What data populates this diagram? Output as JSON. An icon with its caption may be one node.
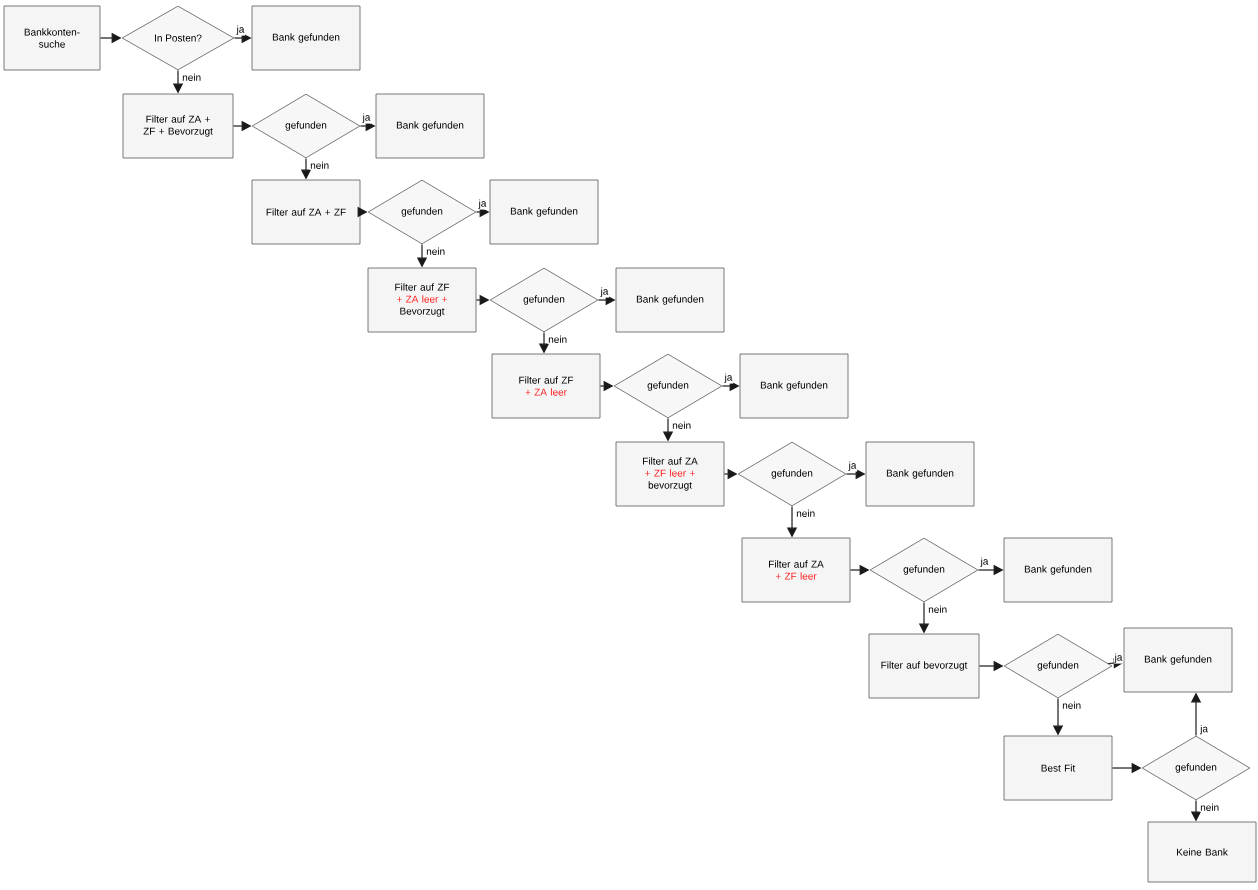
{
  "diagram": {
    "nodes": [
      {
        "text": [
          "Bankkonten-suche"
        ]
      },
      {
        "text": [
          "In Posten?"
        ]
      },
      {
        "text": [
          "Bank gefunden"
        ]
      },
      {
        "text": [
          "Filter auf ZA + ZF + Bevorzugt"
        ]
      },
      {
        "text": [
          "gefunden"
        ]
      },
      {
        "text": [
          "Bank gefunden"
        ]
      },
      {
        "text": [
          "Filter auf ZA + ZF"
        ]
      },
      {
        "text": [
          "gefunden"
        ]
      },
      {
        "text": [
          "Bank gefunden"
        ]
      },
      {
        "text": [
          "Filter auf ZF",
          "+ ZA leer +",
          "Bevorzugt"
        ]
      },
      {
        "text": [
          "gefunden"
        ]
      },
      {
        "text": [
          "Bank gefunden"
        ]
      },
      {
        "text": [
          "Filter auf ZF",
          "+ ZA leer"
        ]
      },
      {
        "text": [
          "gefunden"
        ]
      },
      {
        "text": [
          "Bank gefunden"
        ]
      },
      {
        "text": [
          "Filter auf ZA",
          "+ ZF leer +",
          "bevorzugt"
        ]
      },
      {
        "text": [
          "gefunden"
        ]
      },
      {
        "text": [
          "Bank gefunden"
        ]
      },
      {
        "text": [
          "Filter auf ZA",
          "+ ZF leer"
        ]
      },
      {
        "text": [
          "gefunden"
        ]
      },
      {
        "text": [
          "Bank gefunden"
        ]
      },
      {
        "text": [
          "Filter auf bevorzugt"
        ]
      },
      {
        "text": [
          "gefunden"
        ]
      },
      {
        "text": [
          "Bank gefunden"
        ]
      },
      {
        "text": [
          "Best Fit"
        ]
      },
      {
        "text": [
          "gefunden"
        ]
      },
      {
        "text": [
          "Keine Bank"
        ]
      }
    ],
    "edges": [
      {
        "from": 0,
        "to": 1,
        "arrow": "to"
      },
      {
        "from": 1,
        "to": 2,
        "arrow": "to",
        "label": "ja"
      },
      {
        "from": 1,
        "to": 3,
        "arrow": "to",
        "label": "nein"
      },
      {
        "from": 3,
        "to": 4,
        "arrow": "to"
      },
      {
        "from": 4,
        "to": 5,
        "arrow": "to",
        "label": "ja"
      },
      {
        "from": 4,
        "to": 6,
        "arrow": "to",
        "label": "nein"
      },
      {
        "from": 6,
        "to": 7,
        "arrow": "to"
      },
      {
        "from": 7,
        "to": 8,
        "arrow": "to",
        "label": "ja"
      },
      {
        "from": 7,
        "to": 9,
        "arrow": "to",
        "label": "nein"
      },
      {
        "from": 9,
        "to": 10,
        "arrow": "to"
      },
      {
        "from": 10,
        "to": 11,
        "arrow": "to",
        "label": "ja"
      },
      {
        "from": 10,
        "to": 12,
        "arrow": "to",
        "label": "nein"
      },
      {
        "from": 12,
        "to": 13,
        "arrow": "to"
      },
      {
        "from": 13,
        "to": 14,
        "arrow": "to",
        "label": "ja"
      },
      {
        "from": 13,
        "to": 15,
        "arrow": "to",
        "label": "nein"
      },
      {
        "from": 15,
        "to": 16,
        "arrow": "to"
      },
      {
        "from": 16,
        "to": 17,
        "arrow": "to",
        "label": "ja"
      },
      {
        "from": 16,
        "to": 18,
        "arrow": "to",
        "label": "nein"
      },
      {
        "from": 18,
        "to": 19,
        "arrow": "to"
      },
      {
        "from": 19,
        "to": 20,
        "arrow": "to",
        "label": "ja"
      },
      {
        "from": 19,
        "to": 21,
        "arrow": "to",
        "label": "nein"
      },
      {
        "from": 21,
        "to": 22,
        "arrow": "to"
      },
      {
        "from": 22,
        "to": 23,
        "arrow": "to",
        "label": "ja"
      },
      {
        "from": 22,
        "to": 24,
        "arrow": "to",
        "label": "nein"
      },
      {
        "from": 24,
        "to": 25,
        "arrow": "to"
      },
      {
        "from": 25,
        "to": 23,
        "arrow": "to",
        "label": "ja"
      },
      {
        "from": 25,
        "to": 26,
        "arrow": "to",
        "label": "nein"
      }
    ]
  }
}
